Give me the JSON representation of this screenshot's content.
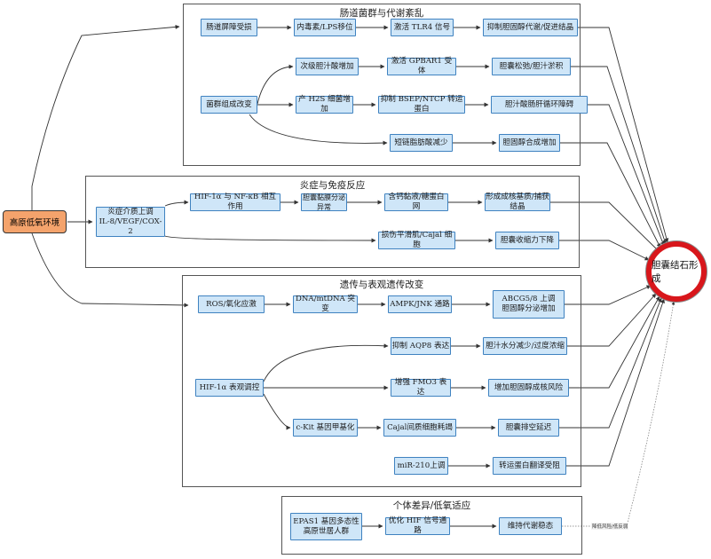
{
  "start": "高原低氧环境",
  "outcome": "胆囊结石形成",
  "groups": {
    "gut": "肠道菌群与代谢紊乱",
    "inflam": "炎症与免疫反应",
    "genetic": "遗传与表观遗传改变",
    "individual": "个体差异/低氧适应"
  },
  "nodes": {
    "barrier": "肠道屏障受损",
    "lps": "内毒素/LPS移位",
    "tlr4": "激活 TLR4 信号",
    "inhibit_bile": "抑制胆固醇代谢/促进结晶",
    "sec_bile": "次级胆汁酸增加",
    "gpbar1": "激活 GPBAR1 受体",
    "relax": "胆囊松弛/胆汁淤积",
    "flora": "菌群组成改变",
    "h2s": "产 H2S 细菌增加",
    "bsep": "抑制 BSEP/NTCP 转运蛋白",
    "enterohep": "胆汁酸肠肝循环障碍",
    "scfa": "短链脂肪酸减少",
    "chol_syn": "胆固醇合成增加",
    "mediators": "炎症介质上调\nIL-8/VEGF/COX-2",
    "hif_nfkb": "HIF-1α 与 NF-κB 相互作用",
    "mucin": "胆囊黏膜分泌异常",
    "calcium": "含钙黏液/糖蛋白网",
    "nucleus": "形成成核基质/捕获结晶",
    "cajal_smooth": "损伤平滑肌/Cajal 细胞",
    "contract": "胆囊收缩力下降",
    "ros": "ROS/氧化应激",
    "dna": "DNA/mtDNA 突变",
    "ampk": "AMPK/JNK 通路",
    "abcg": "ABCG5/8 上调\n胆固醇分泌增加",
    "hif_epi": "HIF-1α 表观调控",
    "aqp8": "抑制 AQP8 表达",
    "water": "胆汁水分减少/过度浓缩",
    "fmo3": "增强 FMO3 表达",
    "chol_risk": "增加胆固醇成核风险",
    "ckit": "c-Kit 基因甲基化",
    "cajal_loss": "Cajal间质细胞耗竭",
    "emptying": "胆囊排空延迟",
    "mir210": "miR-210上调",
    "translation": "转运蛋白翻译受阻",
    "epas1": "EPAS1 基因多态性\n高原世居人群",
    "hif_opt": "优化 HIF 信号通路",
    "maint": "维持代谢稳态"
  },
  "side_label": "降低风险/低反弱",
  "colors": {
    "node_fill": "#cfe6f8",
    "node_border": "#3f82c0",
    "start_fill": "#f4a36c",
    "outcome_ring": "#d8161b",
    "edge": "#333333"
  }
}
